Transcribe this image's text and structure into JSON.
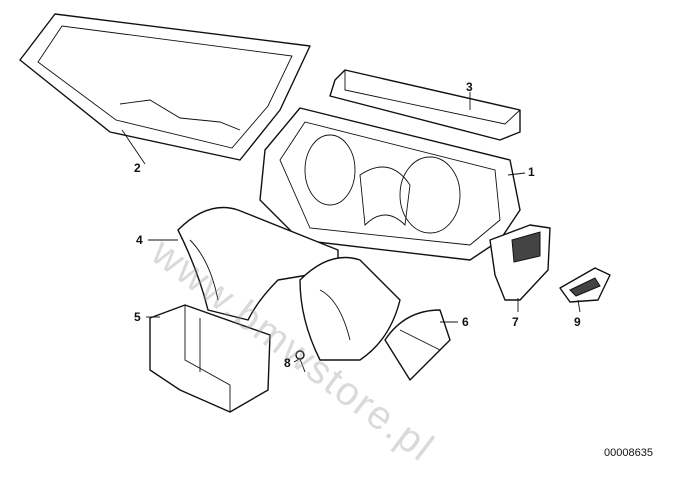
{
  "diagram": {
    "callouts": [
      "1",
      "2",
      "3",
      "4",
      "5",
      "6",
      "7",
      "8",
      "9"
    ],
    "watermark": "www.bmwstore.pl",
    "drawing_number": "00008635"
  }
}
